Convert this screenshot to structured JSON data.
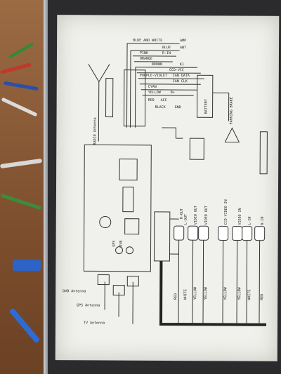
{
  "wiring_top": [
    {
      "wire": "BLUE AND WHITE",
      "signal": "AMP"
    },
    {
      "wire": "BLUE",
      "signal": "ANT"
    },
    {
      "wire": "PINK",
      "signal": "R-IN"
    },
    {
      "wire": "ORANGE",
      "signal": ""
    },
    {
      "wire": "BROWN",
      "signal": "K1"
    },
    {
      "wire": "",
      "signal": "CCD-VCC"
    },
    {
      "wire": "PURPLE-VIOLET",
      "signal": "CAN DATA"
    },
    {
      "wire": "",
      "signal": "CAN CLK"
    },
    {
      "wire": "CYAN",
      "signal": ""
    },
    {
      "wire": "YELLOW",
      "signal": "B+"
    },
    {
      "wire": "RED",
      "signal": "ACC"
    },
    {
      "wire": "BLACK",
      "signal": "GND"
    }
  ],
  "battery_label": "BATTERY",
  "parking_brake_label": "PARKING BRAKE",
  "radio_antenna_label": "RADIO Antenna",
  "rca_signals": [
    "R-IN",
    "L-IN",
    "VIDEO IN",
    "CCD-VIDEO IN",
    "VIDEO OUT",
    "VIDEO OUT",
    "L-OUT",
    "R-OUT"
  ],
  "rca_colors": [
    "RED",
    "WHITE",
    "YELLOW",
    "YELLOW",
    "YELLOW",
    "YELLOW",
    "WHITE",
    "RED"
  ],
  "antennas": [
    "DVB Antenna",
    "GPS Antenna",
    "TV Antenna"
  ],
  "unit_ports": [
    "GPS",
    "DVB"
  ]
}
